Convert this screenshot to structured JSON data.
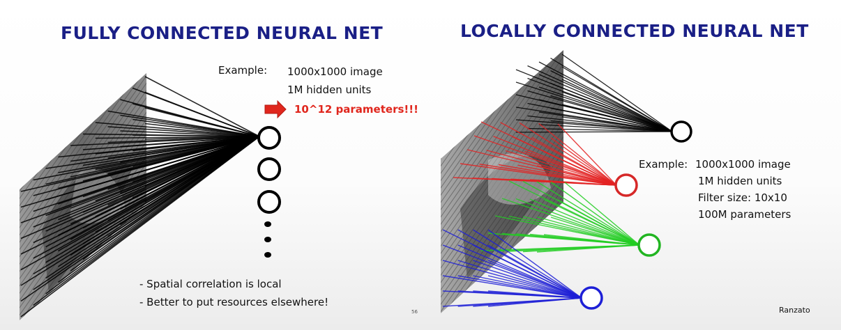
{
  "left": {
    "title": "FULLY CONNECTED NEURAL NET",
    "example_label": "Example:",
    "example_image": "1000x1000 image",
    "hidden_units": "1M hidden units",
    "parameters": "10^12 parameters!!!",
    "bullets": [
      "- Spatial correlation is local",
      "- Better to put resources elsewhere!"
    ],
    "slide_number": "56"
  },
  "right": {
    "title": "LOCALLY CONNECTED NEURAL NET",
    "example_label": "Example:",
    "example_image": "1000x1000 image",
    "hidden_units": "1M hidden units",
    "filter_size": "Filter size: 10x10",
    "parameters": "100M parameters",
    "credit": "Ranzato"
  },
  "colors": {
    "title": "#1a1f86",
    "highlight": "#e0261d",
    "filter_red": "#e32222",
    "filter_green": "#22cc22",
    "filter_blue": "#1d1fd6",
    "neuron_black": "#000000"
  }
}
